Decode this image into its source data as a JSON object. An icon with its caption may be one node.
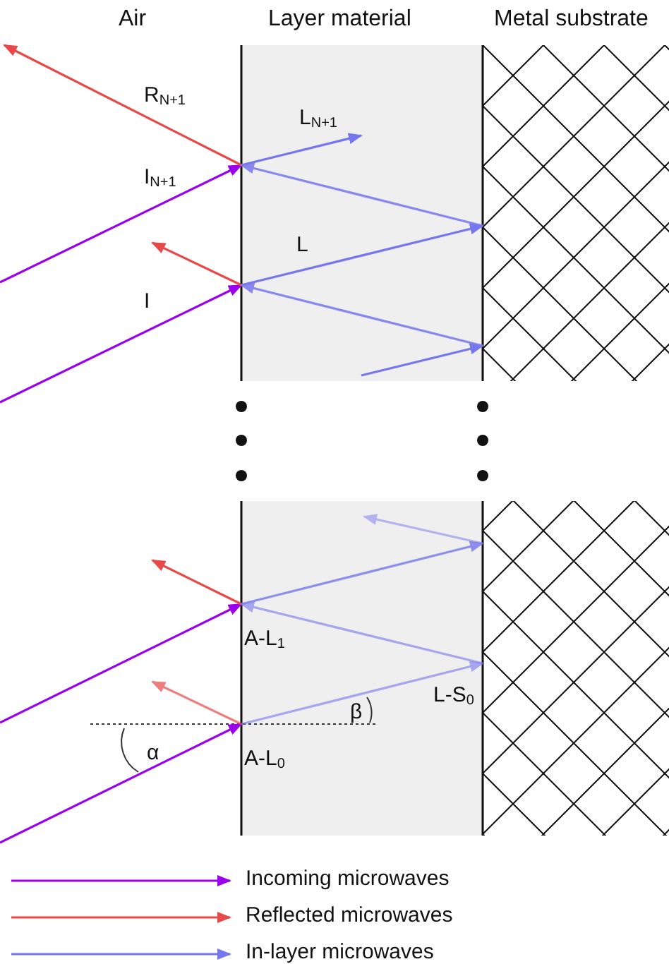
{
  "diagram": {
    "labels": [
      "Air",
      "Layer material",
      "Metal substrate",
      "R$_{N+1}$",
      "L$_{N+1}$",
      "I$_{N+1}$",
      "L",
      "I",
      "A-L$_{1}$",
      "L-S$_{0}$",
      "β",
      "α",
      "A-L$_{0}$"
    ],
    "legend": [
      {
        "text": "Incoming microwaves"
      },
      {
        "text": "Reflected microwaves"
      },
      {
        "text": "In-layer microwaves"
      }
    ]
  }
}
